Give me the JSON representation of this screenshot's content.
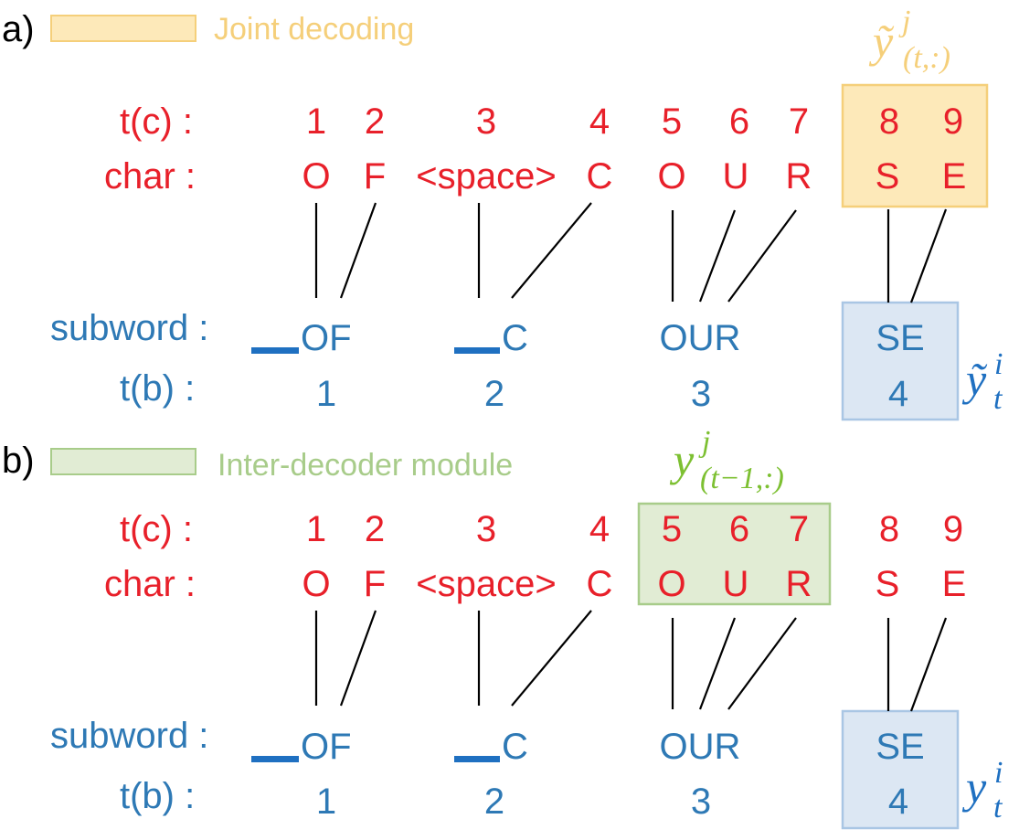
{
  "colors": {
    "char_text": "#e8202a",
    "subword_text": "#2e79b5",
    "joint_fill": "#fde9b9",
    "joint_stroke": "#f5cf7a",
    "joint_label": "#f5cf7a",
    "inter_fill": "#e1ecd4",
    "inter_stroke": "#a8cc8a",
    "inter_label": "#a8cc8a",
    "inter_math": "#7dc032",
    "subword_box_fill": "#dce7f3",
    "subword_box_stroke": "#a9c6e4",
    "subword_marker": "#1f70c1",
    "math_blue": "#1f70c1"
  },
  "row_labels": {
    "tc": "t(c) :",
    "char": "char :",
    "subword": "subword :",
    "tb": "t(b) :"
  },
  "t_c": [
    "1",
    "2",
    "3",
    "4",
    "5",
    "6",
    "7",
    "8",
    "9"
  ],
  "chars": [
    "O",
    "F",
    "<space>",
    "C",
    "O",
    "U",
    "R",
    "S",
    "E"
  ],
  "subwords": [
    "OF",
    "C",
    "OUR",
    "SE"
  ],
  "t_b": [
    "1",
    "2",
    "3",
    "4"
  ],
  "panel_a": {
    "tag": "a)",
    "legend": "Joint decoding",
    "math_top": {
      "base": "ỹ",
      "sup": "j",
      "sub": "(t,:)"
    },
    "math_side": {
      "base": "ỹ",
      "sup": "i",
      "sub": "t"
    }
  },
  "panel_b": {
    "tag": "b)",
    "legend": "Inter-decoder module",
    "math_top": {
      "base": "y",
      "sup": "j",
      "sub": "(t−1,:)"
    },
    "math_side": {
      "base": "y",
      "sup": "i",
      "sub": "t"
    }
  }
}
